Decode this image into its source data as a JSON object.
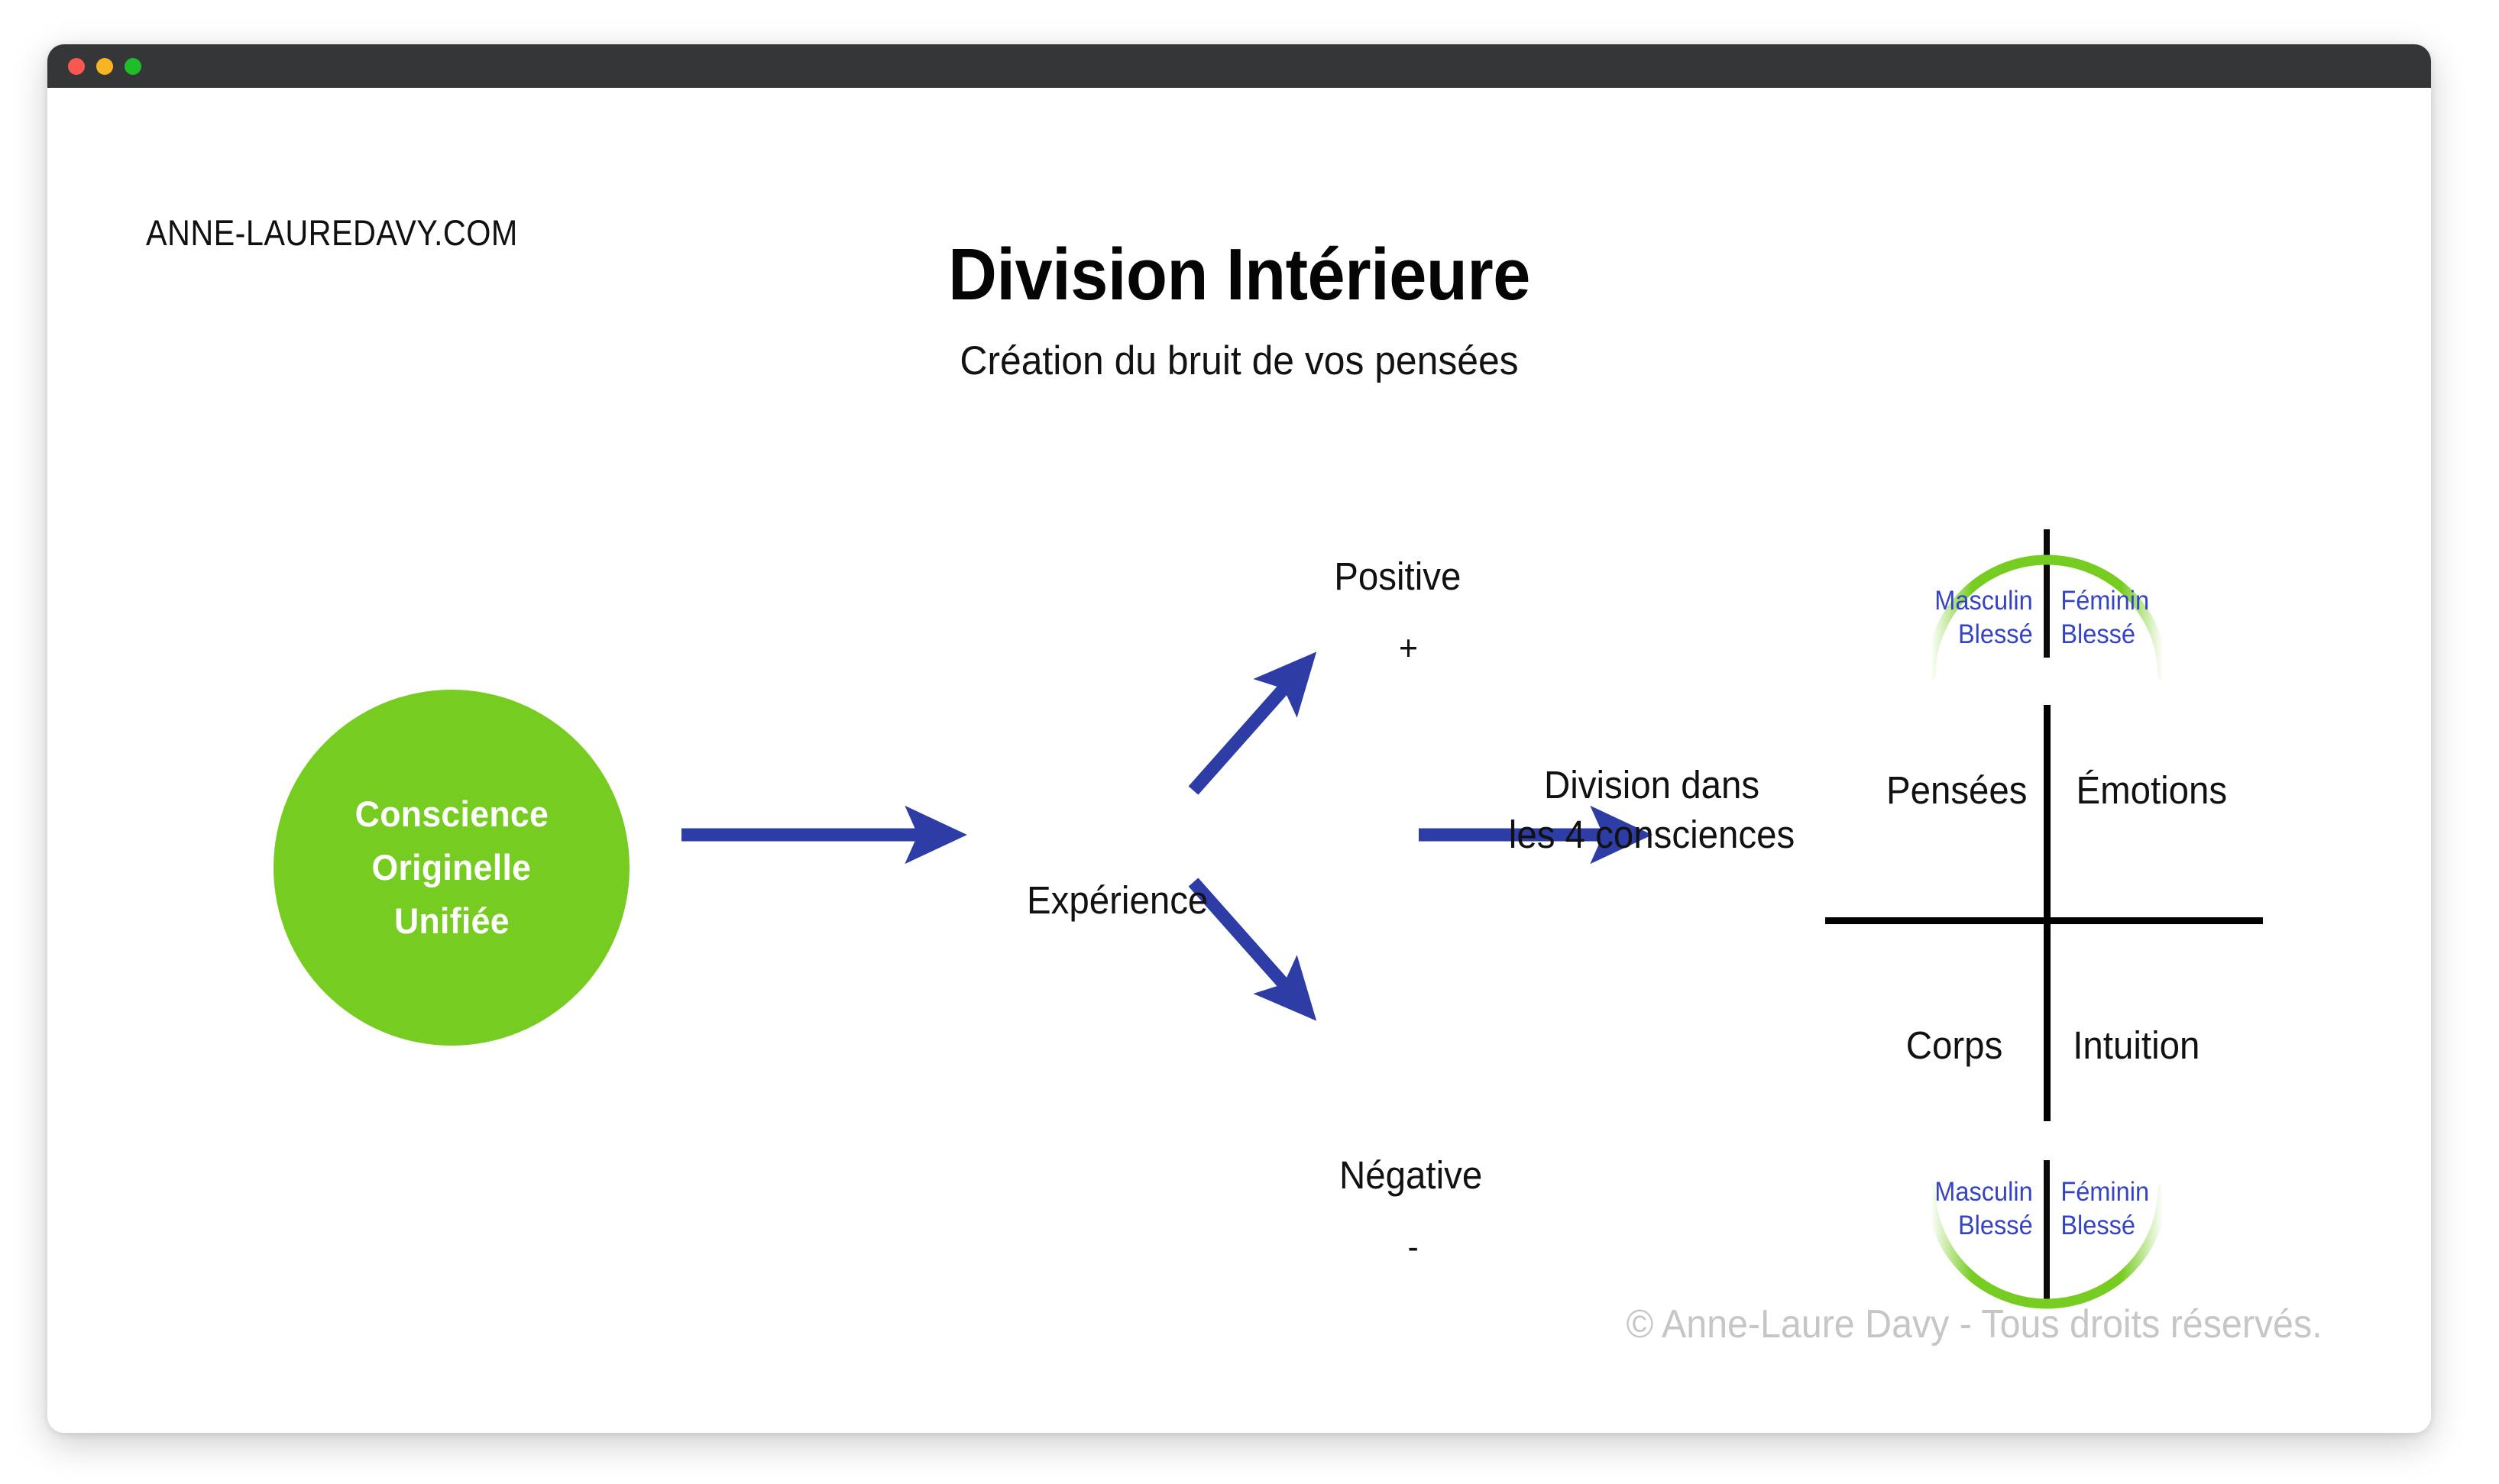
{
  "window": {
    "traffic_lights": [
      {
        "name": "close",
        "color": "#F9574F"
      },
      {
        "name": "minimize",
        "color": "#F8B423"
      },
      {
        "name": "zoom",
        "color": "#1FBD28"
      }
    ]
  },
  "brand": "ANNE-LAUREDAVY.COM",
  "title": "Division Intérieure",
  "subtitle": "Création du bruit de vos pensées",
  "colors": {
    "green": "#76CC20",
    "arrow_blue": "#2E3DA5",
    "arc_text_blue": "#3444C4",
    "cross_black": "#000000",
    "footer_gray": "#C6C6C6",
    "titlebar": "#353638"
  },
  "source_node": {
    "lines": [
      "Conscience",
      "Originelle",
      "Unifiée"
    ]
  },
  "flow": {
    "experience": "Expérience",
    "positive": "Positive",
    "positive_sign": "+",
    "negative": "Négative",
    "negative_sign": "-",
    "division_label_lines": [
      "Division dans",
      "les 4 consciences"
    ]
  },
  "quadrants": {
    "top_left": "Pensées",
    "top_right": "Émotions",
    "bottom_left": "Corps",
    "bottom_right": "Intuition"
  },
  "arcs": {
    "top": {
      "left_lines": [
        "Masculin",
        "Blessé"
      ],
      "right_lines": [
        "Féminin",
        "Blessé"
      ]
    },
    "bottom": {
      "left_lines": [
        "Masculin",
        "Blessé"
      ],
      "right_lines": [
        "Féminin",
        "Blessé"
      ]
    }
  },
  "footer": "© Anne-Laure Davy - Tous droits réservés."
}
